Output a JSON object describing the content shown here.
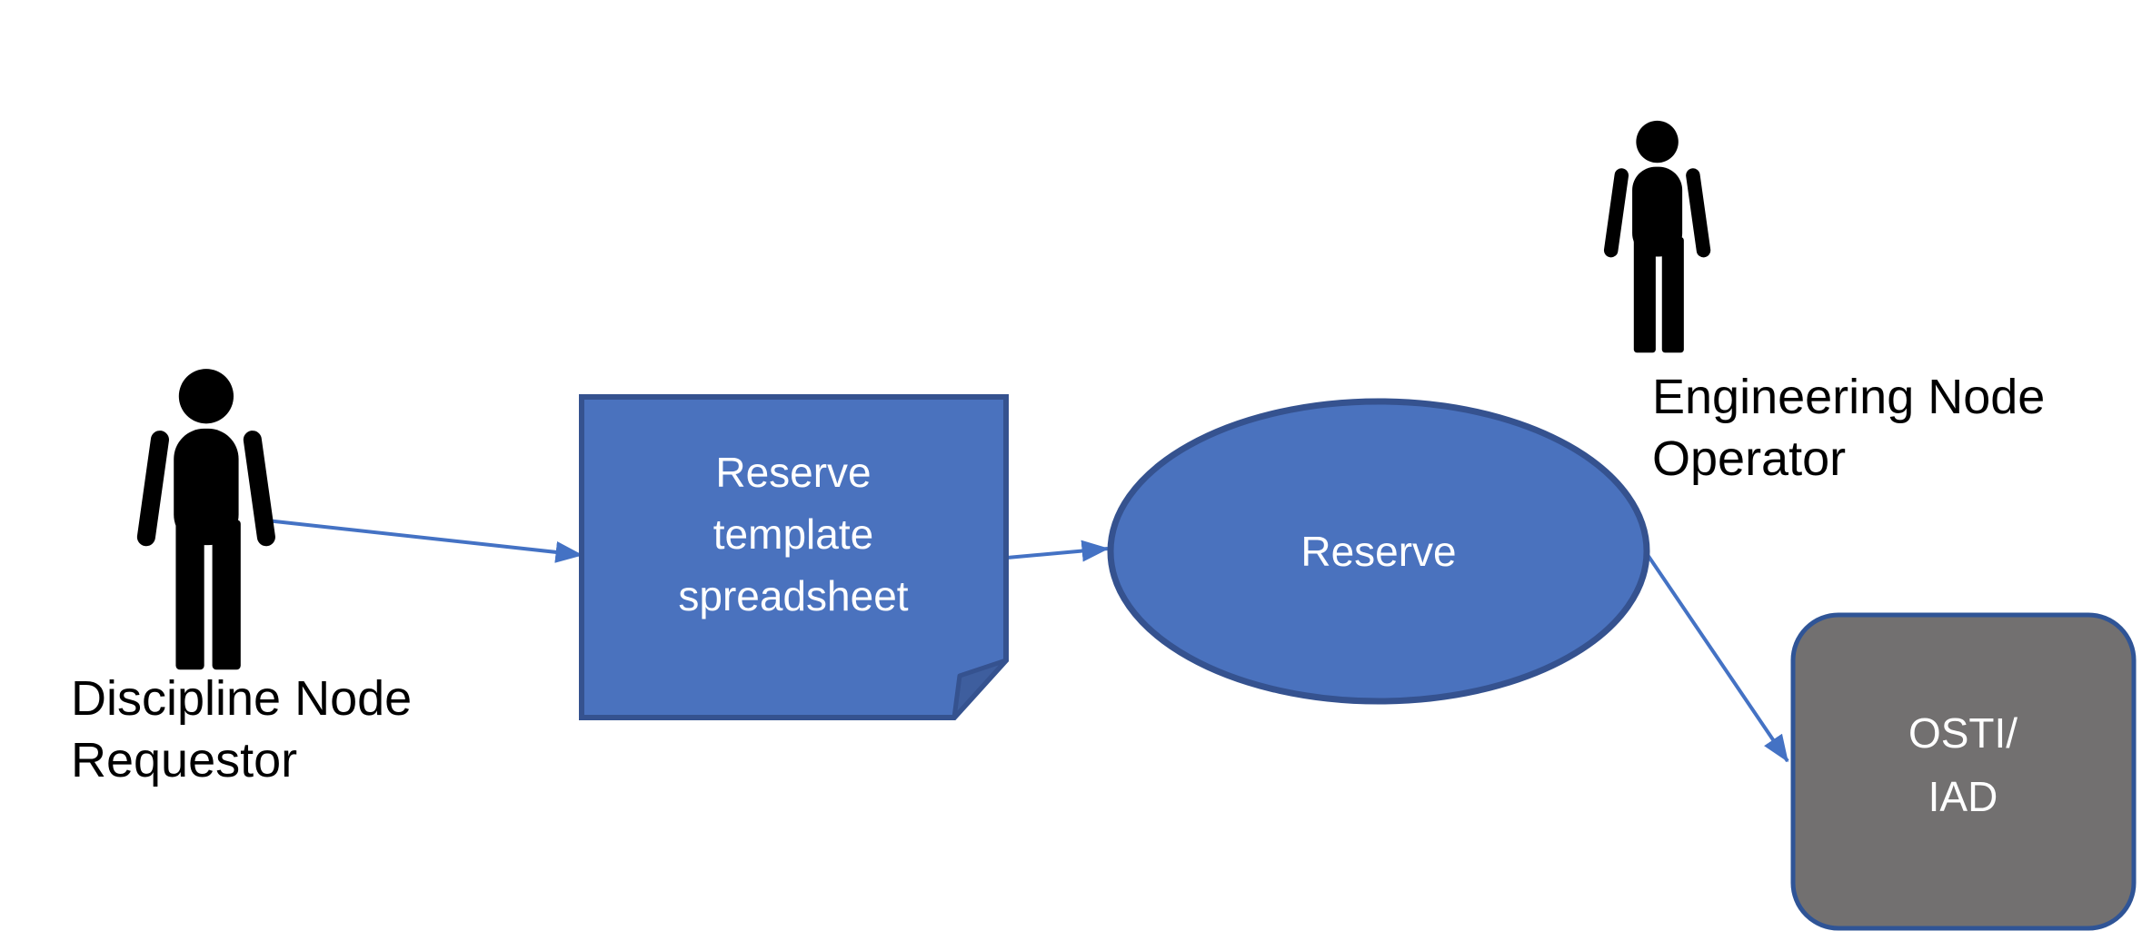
{
  "actors": {
    "requestor": {
      "line1": "Discipline Node",
      "line2": "Requestor"
    },
    "operator": {
      "line1": "Engineering Node",
      "line2": "Operator"
    }
  },
  "shapes": {
    "document": {
      "line1": "Reserve",
      "line2": "template",
      "line3": "spreadsheet"
    },
    "process": {
      "label": "Reserve"
    },
    "target": {
      "line1": "OSTI/",
      "line2": "IAD"
    }
  },
  "colors": {
    "shape_fill": "#4A72BE",
    "shape_border": "#35528F",
    "fold_fill": "#3E5E9E",
    "arrow": "#4472C4",
    "target_fill": "#727070",
    "target_border": "#2F5496",
    "shape_text": "#FFFFFF",
    "label_text": "#000000",
    "person": "#000000"
  }
}
